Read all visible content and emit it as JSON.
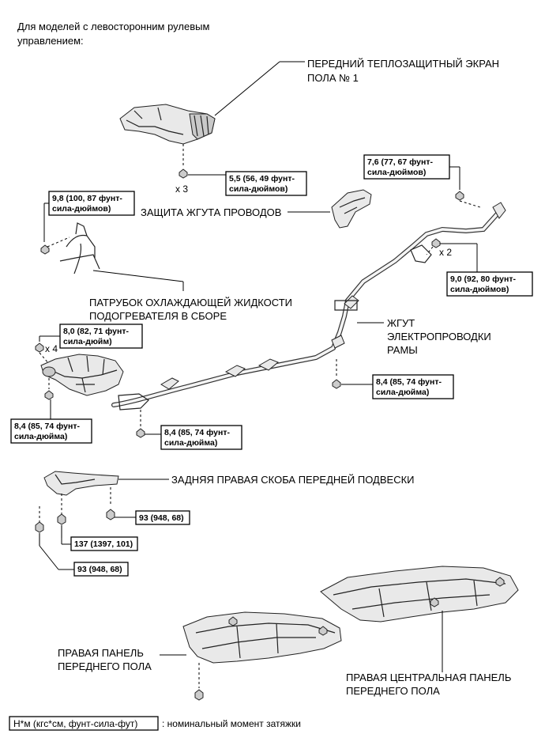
{
  "header": {
    "line1": "Для моделей с левосторонним рулевым",
    "line2": "управлением:"
  },
  "labels": {
    "heat_shield": [
      "ПЕРЕДНИЙ ТЕПЛОЗАЩИТНЫЙ ЭКРАН",
      "ПОЛА № 1"
    ],
    "harness_protector": "ЗАЩИТА ЖГУТА ПРОВОДОВ",
    "coolant_hose": [
      "ПАТРУБОК ОХЛАЖДАЮЩЕЙ ЖИДКОСТИ",
      "ПОДОГРЕВАТЕЛЯ В СБОРЕ"
    ],
    "frame_wire": [
      "ЖГУТ",
      "ЭЛЕКТРОПРОВОДКИ",
      "РАМЫ"
    ],
    "bracket": "ЗАДНЯЯ ПРАВАЯ СКОБА ПЕРЕДНЕЙ ПОДВЕСКИ",
    "right_floor_panel": [
      "ПРАВАЯ ПАНЕЛЬ",
      "ПЕРЕДНЕГО ПОЛА"
    ],
    "right_center_panel": [
      "ПРАВАЯ ЦЕНТРАЛЬНАЯ ПАНЕЛЬ",
      "ПЕРЕДНЕГО ПОЛА"
    ]
  },
  "torques": {
    "t55": [
      "5,5 (56, 49 фунт-",
      "сила-дюймов)"
    ],
    "t76": [
      "7,6 (77, 67 фунт-",
      "сила-дюймов)"
    ],
    "t98": [
      "9,8 (100, 87 фунт-",
      "сила-дюймов)"
    ],
    "t90": [
      "9,0 (92, 80 фунт-",
      "сила-дюймов)"
    ],
    "t80": [
      "8,0 (82, 71 фунт-",
      "сила-дюйм)"
    ],
    "t84a": [
      "8,4 (85, 74 фунт-",
      "сила-дюйма)"
    ],
    "t84b": [
      "8,4 (85, 74 фунт-",
      "сила-дюйма)"
    ],
    "t84c": [
      "8,4 (85, 74 фунт-",
      "сила-дюйма)"
    ],
    "t93a": "93 (948, 68)",
    "t137": "137 (1397, 101)",
    "t93b": "93 (948, 68)"
  },
  "quantities": {
    "x3": "x 3",
    "x2": "x 2",
    "x4": "x 4"
  },
  "legend": {
    "box": "Н*м (кгс*см, фунт-сила-фут)",
    "text": ": номинальный момент затяжки"
  }
}
